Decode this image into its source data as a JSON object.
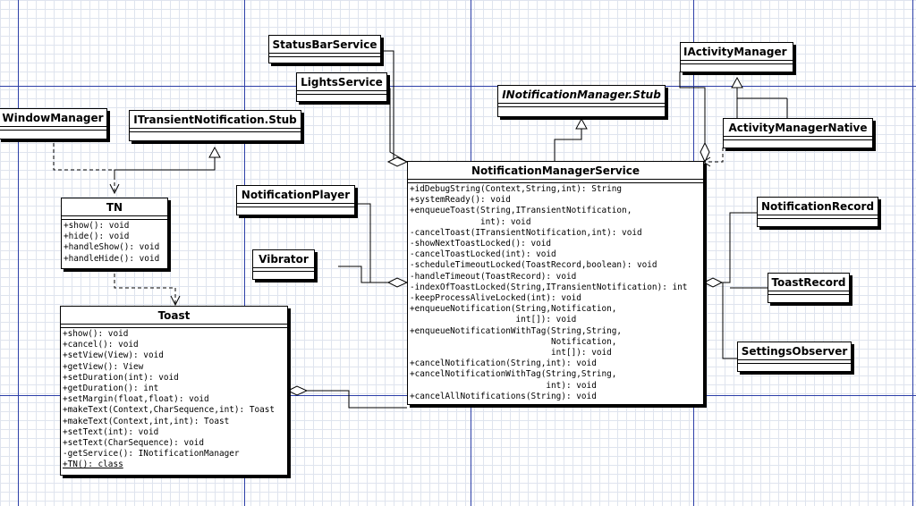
{
  "diagram": {
    "colors": {
      "grid": "#dfe4ee",
      "guide": "#2d3fa8",
      "line": "#000000",
      "box_fill": "#ffffff"
    },
    "classes": {
      "status_bar_service": {
        "name": "StatusBarService"
      },
      "lights_service": {
        "name": "LightsService"
      },
      "window_manager": {
        "name": "WindowManager"
      },
      "itransient_notification_stub": {
        "name": "ITransientNotification.Stub"
      },
      "inotification_manager_stub": {
        "name": "INotificationManager.Stub"
      },
      "iactivity_manager": {
        "name": "IActivityManager"
      },
      "activity_manager_native": {
        "name": "ActivityManagerNative"
      },
      "notification_player": {
        "name": "NotificationPlayer"
      },
      "vibrator": {
        "name": "Vibrator"
      },
      "notification_record": {
        "name": "NotificationRecord"
      },
      "toast_record": {
        "name": "ToastRecord"
      },
      "settings_observer": {
        "name": "SettingsObserver"
      },
      "tn": {
        "name": "TN",
        "operations": [
          "+show(): void",
          "+hide(): void",
          "+handleShow(): void",
          "+handleHide(): void"
        ]
      },
      "toast": {
        "name": "Toast",
        "operations": [
          "+show(): void",
          "+cancel(): void",
          "+setView(View): void",
          "+getView(): View",
          "+setDuration(int): void",
          "+getDuration(): int",
          "+setMargin(float,float): void",
          "+makeText(Context,CharSequence,int): Toast",
          "+makeText(Context,int,int): Toast",
          "+setText(int): void",
          "+setText(CharSequence): void",
          "-getService(): INotificationManager",
          "+TN(): class"
        ]
      },
      "notification_manager_service": {
        "name": "NotificationManagerService",
        "operations": [
          "+idDebugString(Context,String,int): String",
          "+systemReady(): void",
          "+enqueueToast(String,ITransientNotification,",
          "              int): void",
          "-cancelToast(ITransientNotification,int): void",
          "-showNextToastLocked(): void",
          "-cancelToastLocked(int): void",
          "-scheduleTimeoutLocked(ToastRecord,boolean): void",
          "-handleTimeout(ToastRecord): void",
          "-indexOfToastLocked(String,ITransientNotification): int",
          "-keepProcessAliveLocked(int): void",
          "+enqueueNotification(String,Notification,",
          "                     int[]): void",
          "+enqueueNotificationWithTag(String,String,",
          "                            Notification,",
          "                            int[]): void",
          "+cancelNotification(String,int): void",
          "+cancelNotificationWithTag(String,String,",
          "                           int): void",
          "+cancelAllNotifications(String): void"
        ]
      }
    }
  }
}
